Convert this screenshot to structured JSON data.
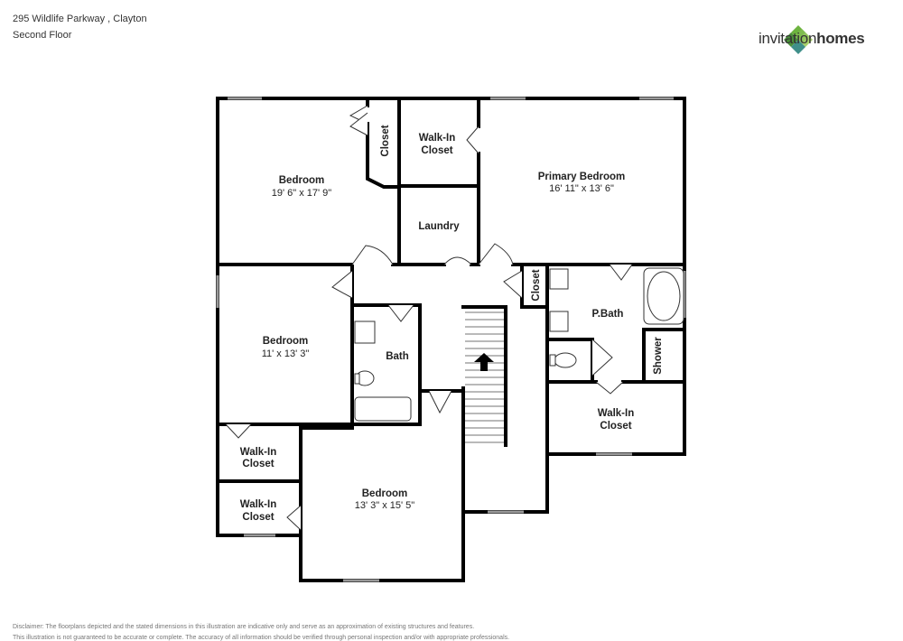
{
  "header": {
    "address": "295 Wildlife Parkway , Clayton",
    "floor": "Second Floor"
  },
  "brand": {
    "name_light": "invitation",
    "name_bold": "homes",
    "logo_icon": "diamond-cluster-logo-icon",
    "colors": {
      "green_dark": "#4a8f3a",
      "green_mid": "#6db33f",
      "green_light": "#a6d06a",
      "teal": "#3f8f8a"
    }
  },
  "rooms": {
    "bedroom_nw": {
      "name": "Bedroom",
      "dims": "19' 6\" x 17' 9\""
    },
    "closet_nw": {
      "name": "Closet"
    },
    "walkin_top": {
      "line1": "Walk-In",
      "line2": "Closet"
    },
    "laundry": {
      "name": "Laundry"
    },
    "primary": {
      "name": "Primary Bedroom",
      "dims": "16' 11\" x 13' 6\""
    },
    "closet_mid": {
      "name": "Closet"
    },
    "pbath": {
      "name": "P.Bath"
    },
    "shower": {
      "name": "Shower"
    },
    "walkin_east": {
      "line1": "Walk-In",
      "line2": "Closet"
    },
    "bedroom_w": {
      "name": "Bedroom",
      "dims": "11' x 13' 3\""
    },
    "bath": {
      "name": "Bath"
    },
    "walkin_sw1": {
      "line1": "Walk-In",
      "line2": "Closet"
    },
    "walkin_sw2": {
      "line1": "Walk-In",
      "line2": "Closet"
    },
    "bedroom_s": {
      "name": "Bedroom",
      "dims": "13' 3\" x 15' 5\""
    }
  },
  "disclaimer": {
    "line1": "Disclaimer: The floorplans depicted and the stated dimensions in this illustration are indicative only and serve as an approximation of existing structures and features.",
    "line2": "This illustration is not guaranteed to be accurate or complete. The accuracy of all information should be verified through personal inspection and/or with appropriate professionals."
  }
}
